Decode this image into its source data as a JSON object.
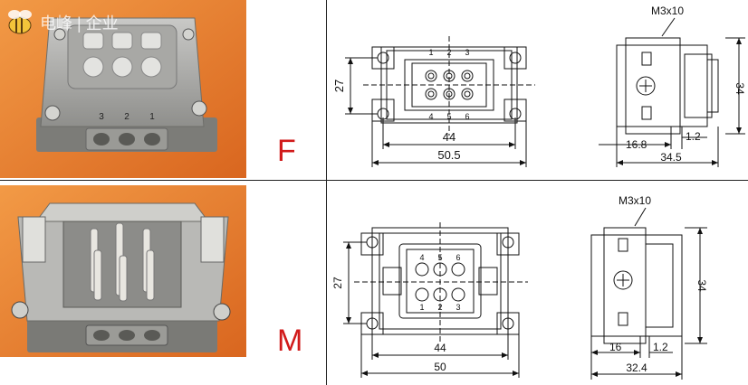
{
  "watermark": {
    "text": "电峰 | 企业",
    "subtext": ""
  },
  "variants": [
    {
      "letter": "F"
    },
    {
      "letter": "M"
    }
  ],
  "female": {
    "front": {
      "pin_labels_top": [
        "1",
        "2",
        "3"
      ],
      "pin_labels_bottom": [
        "4",
        "5",
        "6"
      ],
      "dim_height": "27",
      "dim_inner": "44",
      "dim_outer": "50.5"
    },
    "side": {
      "screw": "M3x10",
      "dim_height": "34",
      "dim_a": "16.8",
      "dim_b": "1.2",
      "dim_total": "34.5"
    },
    "photo_pins": [
      "3",
      "2",
      "1"
    ]
  },
  "male": {
    "front": {
      "pin_labels_top": [
        "4",
        "5",
        "6"
      ],
      "pin_labels_bottom": [
        "1",
        "2",
        "3"
      ],
      "dim_height": "27",
      "dim_inner": "44",
      "dim_outer": "50"
    },
    "side": {
      "screw": "M3x10",
      "dim_height": "34",
      "dim_a": "16",
      "dim_b": "1.2",
      "dim_total": "32.4"
    }
  }
}
